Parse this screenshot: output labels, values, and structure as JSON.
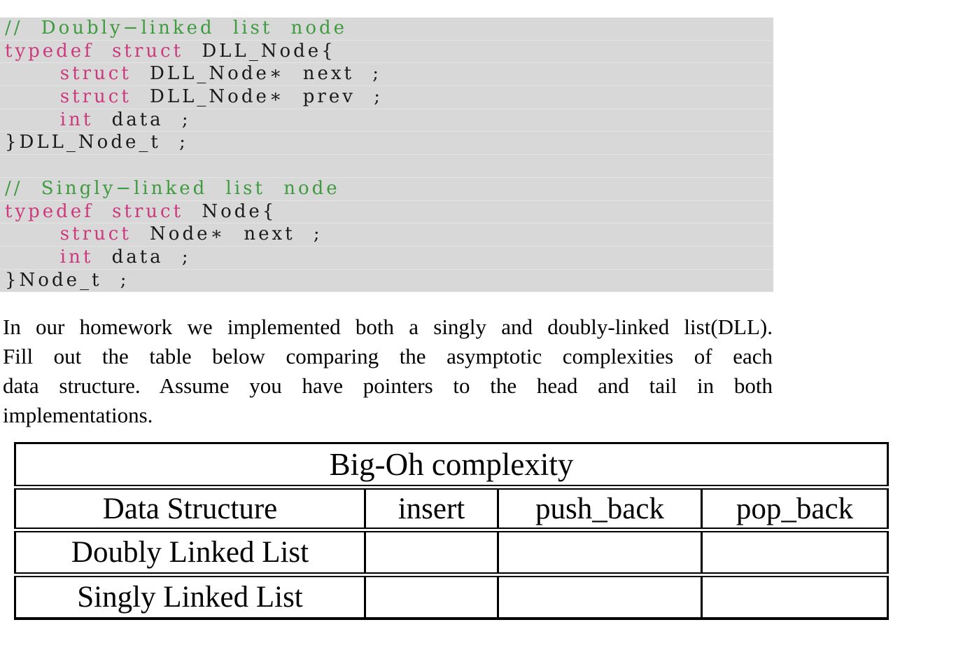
{
  "colors": {
    "code_background": "#d8d8d8",
    "code_stripe": "#e4e4e4",
    "code_text": "#1a1a1a",
    "keyword": "#cb3a7d",
    "comment": "#3f9b3f"
  },
  "code_block": {
    "lines": [
      {
        "segments": [
          {
            "text": "// Doubly−linked list node",
            "type": "comment"
          }
        ]
      },
      {
        "segments": [
          {
            "text": "typedef struct",
            "type": "keyword"
          },
          {
            "text": " DLL_Node{",
            "type": "plain"
          }
        ]
      },
      {
        "segments": [
          {
            "text": "   ",
            "type": "plain"
          },
          {
            "text": "struct",
            "type": "keyword"
          },
          {
            "text": " DLL_Node∗ next ;",
            "type": "plain"
          }
        ]
      },
      {
        "segments": [
          {
            "text": "   ",
            "type": "plain"
          },
          {
            "text": "struct",
            "type": "keyword"
          },
          {
            "text": " DLL_Node∗ prev ;",
            "type": "plain"
          }
        ]
      },
      {
        "segments": [
          {
            "text": "   ",
            "type": "plain"
          },
          {
            "text": "int",
            "type": "keyword"
          },
          {
            "text": " data ;",
            "type": "plain"
          }
        ]
      },
      {
        "segments": [
          {
            "text": "}DLL_Node_t ;",
            "type": "plain"
          }
        ]
      },
      {
        "segments": [
          {
            "text": "",
            "type": "plain"
          }
        ]
      },
      {
        "segments": [
          {
            "text": "// Singly−linked list node",
            "type": "comment"
          }
        ]
      },
      {
        "segments": [
          {
            "text": "typedef struct",
            "type": "keyword"
          },
          {
            "text": " Node{",
            "type": "plain"
          }
        ]
      },
      {
        "segments": [
          {
            "text": "   ",
            "type": "plain"
          },
          {
            "text": "struct",
            "type": "keyword"
          },
          {
            "text": " Node∗ next ;",
            "type": "plain"
          }
        ]
      },
      {
        "segments": [
          {
            "text": "   ",
            "type": "plain"
          },
          {
            "text": "int",
            "type": "keyword"
          },
          {
            "text": " data ;",
            "type": "plain"
          }
        ]
      },
      {
        "segments": [
          {
            "text": "}Node_t ;",
            "type": "plain"
          }
        ]
      }
    ]
  },
  "paragraph": {
    "lines": [
      "In our homework we implemented both a singly and doubly-linked list(DLL).",
      "Fill out the table below comparing the asymptotic complexities of each",
      "data structure.  Assume you have pointers to the head and tail in both",
      "implementations."
    ]
  },
  "table": {
    "title": "Big-Oh complexity",
    "headers": [
      "Data Structure",
      "insert",
      "push_back",
      "pop_back"
    ],
    "rows": [
      {
        "label": "Doubly Linked List",
        "cells": [
          "",
          "",
          ""
        ]
      },
      {
        "label": "Singly Linked List",
        "cells": [
          "",
          "",
          ""
        ]
      }
    ]
  }
}
